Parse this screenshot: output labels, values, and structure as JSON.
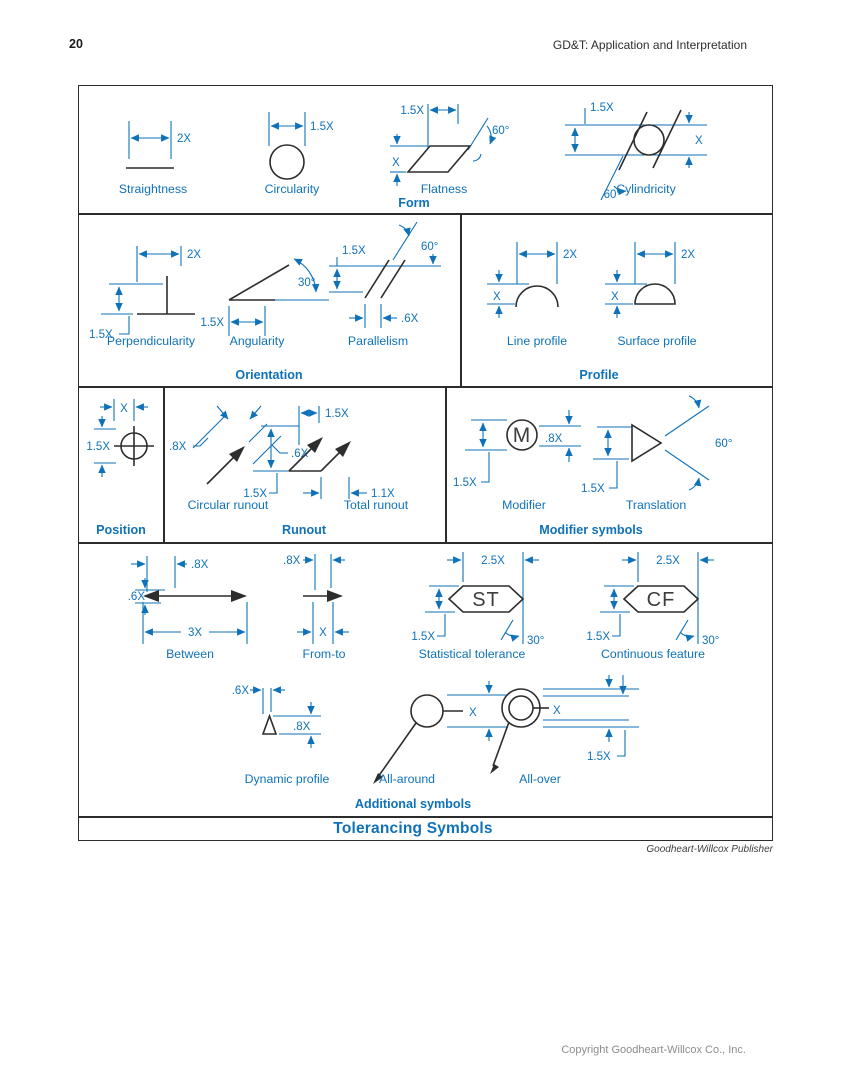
{
  "page": {
    "number": "20",
    "running_title": "GD&T: Application and Interpretation",
    "publisher_credit": "Goodheart-Willcox Publisher",
    "copyright": "Copyright Goodheart-Willcox Co., Inc."
  },
  "figure": {
    "title": "Tolerancing Symbols",
    "accent_color": "#0f72b9",
    "sections": {
      "form": {
        "title": "Form"
      },
      "orientation": {
        "title": "Orientation"
      },
      "profile": {
        "title": "Profile"
      },
      "position": {
        "title": "Position"
      },
      "runout": {
        "title": "Runout"
      },
      "modifier_symbols": {
        "title": "Modifier symbols"
      },
      "additional": {
        "title": "Additional symbols"
      }
    },
    "symbols": {
      "straightness": {
        "label": "Straightness",
        "width": "2X"
      },
      "circularity": {
        "label": "Circularity",
        "width": "1.5X"
      },
      "flatness": {
        "label": "Flatness",
        "top": "1.5X",
        "height": "X",
        "angle": "60°"
      },
      "cylindricity": {
        "label": "Cylindricity",
        "top": "1.5X",
        "height": "X",
        "angle": "60°"
      },
      "perpendicularity": {
        "label": "Perpendicularity",
        "width": "2X",
        "height": "1.5X"
      },
      "angularity": {
        "label": "Angularity",
        "angle": "30°",
        "width": "1.5X"
      },
      "parallelism": {
        "label": "Parallelism",
        "height": "1.5X",
        "angle": "60°",
        "gap": ".6X"
      },
      "line_profile": {
        "label": "Line profile",
        "width": "2X",
        "height": "X"
      },
      "surface_profile": {
        "label": "Surface profile",
        "width": "2X",
        "height": "X"
      },
      "position": {
        "width": "X",
        "height": "1.5X"
      },
      "circular_runout": {
        "label": "Circular runout",
        "left": ".8X",
        "right": ".6X"
      },
      "total_runout": {
        "label": "Total runout",
        "top": "1.5X",
        "height": "1.5X",
        "pitch": "1.1X"
      },
      "modifier": {
        "label": "Modifier",
        "letter": "M",
        "height": "1.5X",
        "band": ".8X"
      },
      "translation": {
        "label": "Translation",
        "height": "1.5X",
        "angle": "60°"
      },
      "between": {
        "label": "Between",
        "top": ".8X",
        "height": ".6X",
        "length": "3X"
      },
      "from_to": {
        "label": "From-to",
        "top": ".8X",
        "width": "X"
      },
      "statistical": {
        "label": "Statistical tolerance",
        "letters": "ST",
        "width": "2.5X",
        "height": "1.5X",
        "angle": "30°"
      },
      "continuous": {
        "label": "Continuous feature",
        "letters": "CF",
        "width": "2.5X",
        "height": "1.5X",
        "angle": "30°"
      },
      "dynamic_profile": {
        "label": "Dynamic profile",
        "width": ".6X",
        "height": ".8X"
      },
      "all_around": {
        "label": "All-around",
        "dia": "X"
      },
      "all_over": {
        "label": "All-over",
        "dia": "X",
        "outer": "1.5X"
      }
    }
  }
}
